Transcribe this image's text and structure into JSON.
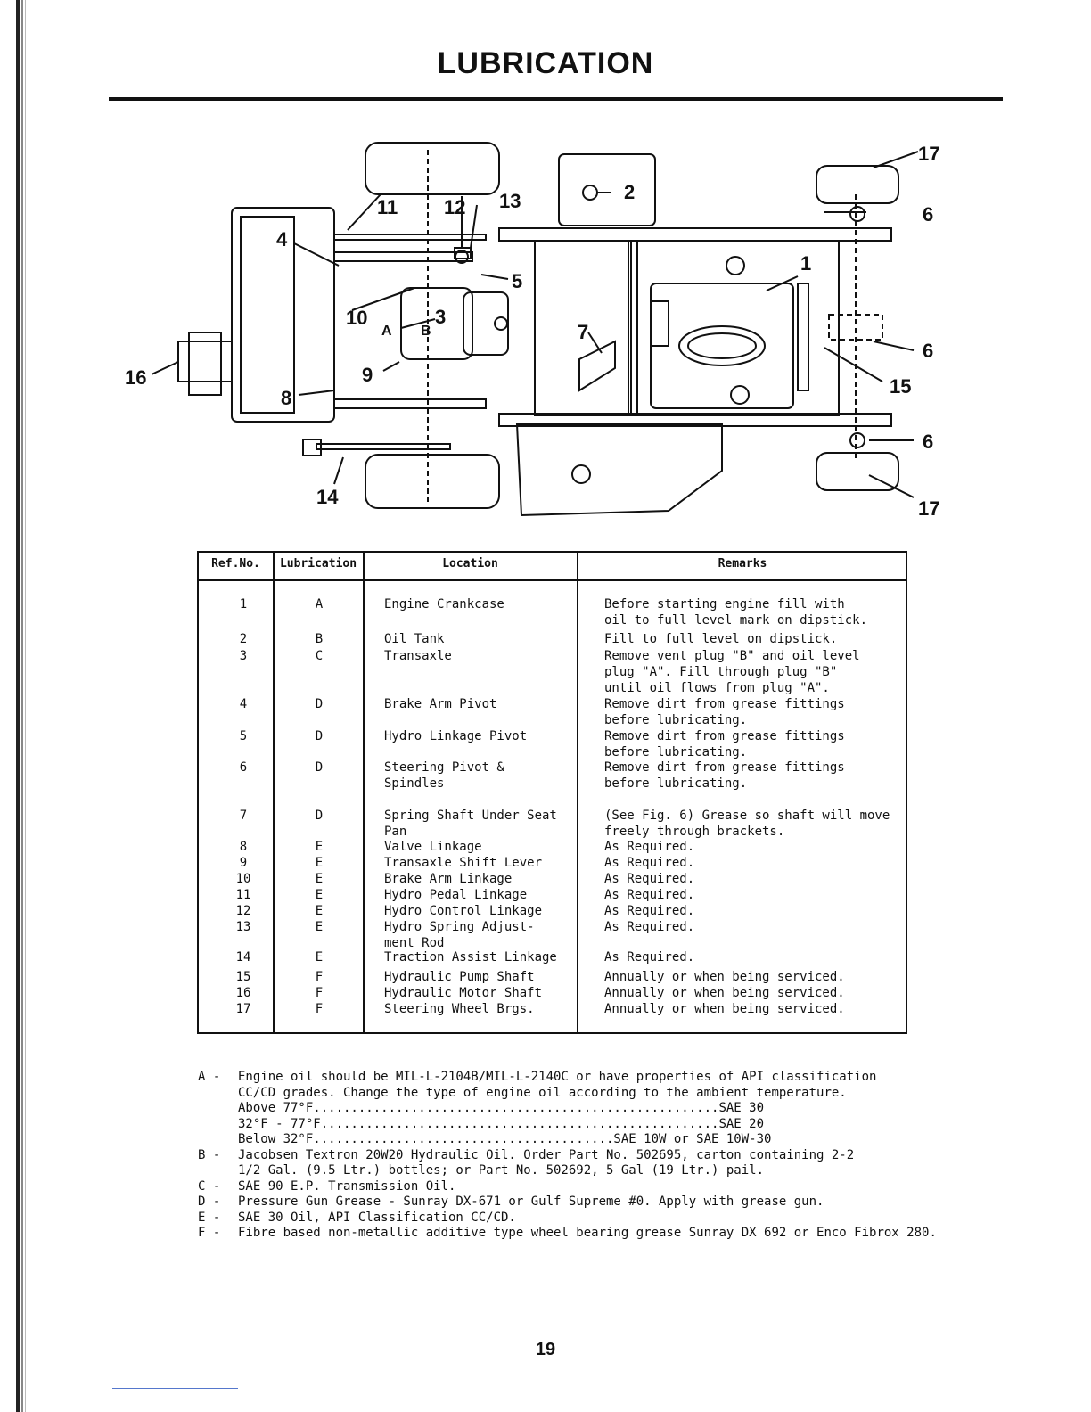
{
  "page": {
    "title": "LUBRICATION",
    "page_number": "19"
  },
  "diagram": {
    "callouts": [
      "1",
      "2",
      "3",
      "4",
      "5",
      "6",
      "6",
      "6",
      "7",
      "8",
      "9",
      "10",
      "11",
      "12",
      "13",
      "14",
      "15",
      "16",
      "17",
      "17"
    ],
    "letters": [
      "A",
      "B"
    ]
  },
  "table": {
    "headers": [
      "Ref.No.",
      "Lubrication",
      "Location",
      "Remarks"
    ],
    "rows": [
      {
        "ref": "1",
        "lub": "A",
        "loc": "Engine Crankcase",
        "rem": "Before starting engine fill with\noil to full level mark on dipstick."
      },
      {
        "ref": "2",
        "lub": "B",
        "loc": "Oil Tank",
        "rem": "Fill to full level on dipstick."
      },
      {
        "ref": "3",
        "lub": "C",
        "loc": "Transaxle",
        "rem": "Remove vent plug \"B\" and oil level\nplug \"A\".  Fill through plug \"B\"\nuntil oil flows from plug \"A\"."
      },
      {
        "ref": "4",
        "lub": "D",
        "loc": "Brake Arm Pivot",
        "rem": "Remove dirt from grease fittings\nbefore lubricating."
      },
      {
        "ref": "5",
        "lub": "D",
        "loc": "Hydro Linkage Pivot",
        "rem": "Remove dirt from grease fittings\nbefore lubricating."
      },
      {
        "ref": "6",
        "lub": "D",
        "loc": "Steering Pivot &\nSpindles",
        "rem": "Remove dirt from grease fittings\nbefore lubricating."
      },
      {
        "ref": "7",
        "lub": "D",
        "loc": "Spring Shaft Under Seat\nPan",
        "rem": "(See Fig. 6) Grease so shaft will move\nfreely through brackets."
      },
      {
        "ref": "8",
        "lub": "E",
        "loc": "Valve Linkage",
        "rem": "As Required."
      },
      {
        "ref": "9",
        "lub": "E",
        "loc": "Transaxle Shift Lever",
        "rem": "As Required."
      },
      {
        "ref": "10",
        "lub": "E",
        "loc": "Brake Arm Linkage",
        "rem": "As Required."
      },
      {
        "ref": "11",
        "lub": "E",
        "loc": "Hydro Pedal Linkage",
        "rem": "As Required."
      },
      {
        "ref": "12",
        "lub": "E",
        "loc": "Hydro Control Linkage",
        "rem": "As Required."
      },
      {
        "ref": "13",
        "lub": "E",
        "loc": "Hydro Spring Adjust-\nment Rod",
        "rem": "As Required."
      },
      {
        "ref": "14",
        "lub": "E",
        "loc": "Traction Assist Linkage",
        "rem": "As Required."
      },
      {
        "ref": "15",
        "lub": "F",
        "loc": "Hydraulic Pump Shaft",
        "rem": "Annually or when being serviced."
      },
      {
        "ref": "16",
        "lub": "F",
        "loc": "Hydraulic Motor Shaft",
        "rem": "Annually or when being serviced."
      },
      {
        "ref": "17",
        "lub": "F",
        "loc": "Steering Wheel Brgs.",
        "rem": "Annually or when being serviced."
      }
    ]
  },
  "notes": {
    "A_key": "A -",
    "A_text": "Engine oil should be MIL-L-2104B/MIL-L-2140C or have properties of API classification\nCC/CD  grades.  Change the type of engine oil according to the ambient temperature.",
    "temps": [
      "Above 77°F......................................................SAE 30",
      "32°F - 77°F.....................................................SAE 20",
      "Below 32°F........................................SAE 10W or SAE 10W-30"
    ],
    "B_key": "B -",
    "B_text": "Jacobsen Textron 20W20 Hydraulic Oil.  Order Part No. 502695, carton containing 2-2\n1/2 Gal. (9.5 Ltr.) bottles; or Part No. 502692, 5 Gal (19 Ltr.) pail.",
    "C_key": "C -",
    "C_text": "SAE 90 E.P. Transmission Oil.",
    "D_key": "D -",
    "D_text": "Pressure Gun Grease - Sunray DX-671 or Gulf Supreme #0.  Apply with grease gun.",
    "E_key": "E -",
    "E_text": "SAE 30 Oil, API Classification CC/CD.",
    "F_key": "F -",
    "F_text": "Fibre based non-metallic additive type wheel bearing grease Sunray DX 692 or Enco Fibrox 280."
  }
}
